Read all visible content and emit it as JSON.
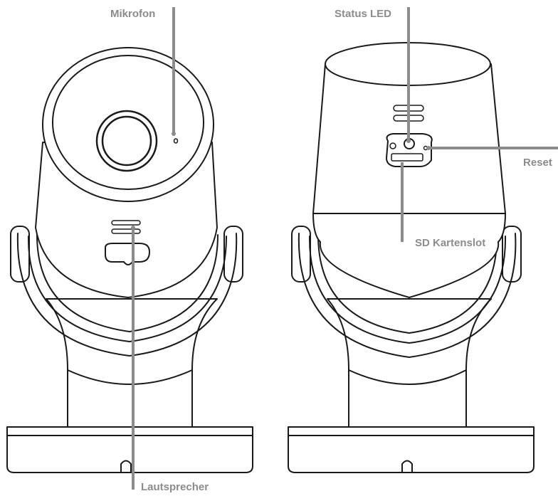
{
  "labels": {
    "mikrofon": "Mikrofon",
    "status_led": "Status LED",
    "reset": "Reset",
    "sd_slot": "SD Kartenslot",
    "lautsprecher": "Lautsprecher"
  },
  "colors": {
    "outline": "#1a1a1a",
    "callout": "#8c8c8c",
    "label": "#8c8c8c",
    "background": "#ffffff"
  }
}
